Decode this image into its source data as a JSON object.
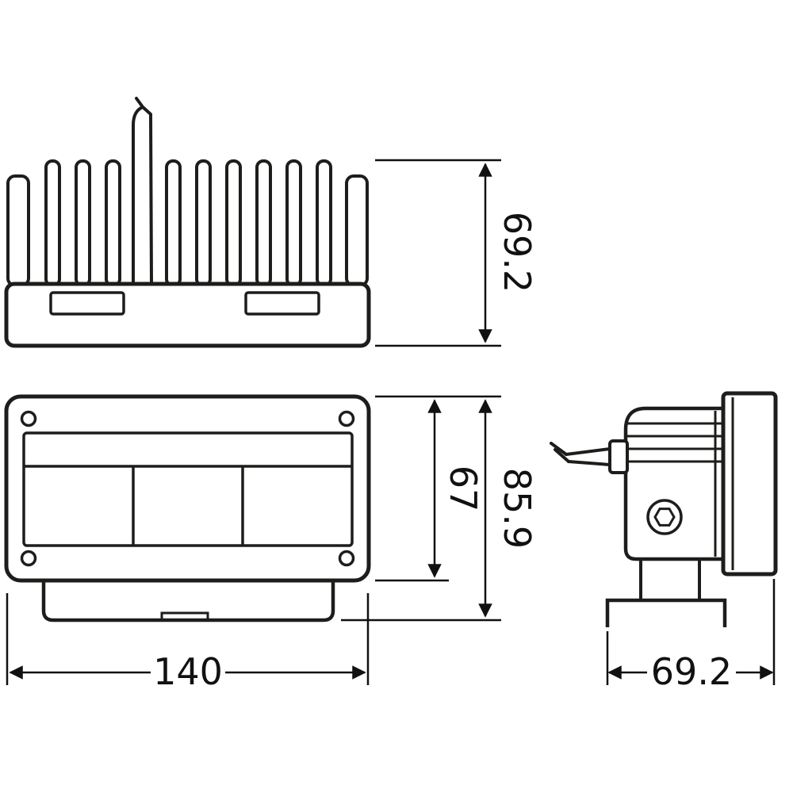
{
  "drawing": {
    "description": "Technical dimension drawing of an auxiliary LED lamp, three orthographic views",
    "units_implied": "mm",
    "dims": {
      "top_height": "69.2",
      "lamp_height": "67",
      "total_height": "85.9",
      "width": "140",
      "depth": "69.2"
    }
  }
}
